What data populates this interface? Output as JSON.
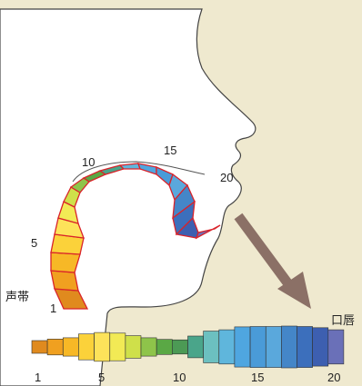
{
  "vocal_tract": {
    "section_labels": [
      "1",
      "5",
      "10",
      "15",
      "20"
    ],
    "vocal_folds_label": "声帯",
    "lips_label": "口唇"
  },
  "tube_model": {
    "tick_labels": [
      "1",
      "5",
      "10",
      "15",
      "20"
    ],
    "segment_colors": [
      "#e08a1e",
      "#f0a020",
      "#f7b826",
      "#fbd23a",
      "#fde35a",
      "#f2ea55",
      "#cfe04a",
      "#8ec44a",
      "#5aa845",
      "#4c9a55",
      "#4aa58a",
      "#6cc0c0",
      "#5fb6dc",
      "#4fa6e0",
      "#4a9bd8",
      "#5aa8dc",
      "#4486c8",
      "#3c6fbc",
      "#3d5fb0",
      "#6a70b8"
    ],
    "segment_widths": [
      0.28,
      0.38,
      0.44,
      0.62,
      0.69,
      0.66,
      0.54,
      0.44,
      0.36,
      0.34,
      0.52,
      0.76,
      0.82,
      0.96,
      0.98,
      0.98,
      1.0,
      0.98,
      0.92,
      0.82
    ]
  },
  "colors": {
    "background": "#efe9cf",
    "face_fill": "#ffffff",
    "divider_line": "#d9232a",
    "arrow": "#8b7066"
  }
}
